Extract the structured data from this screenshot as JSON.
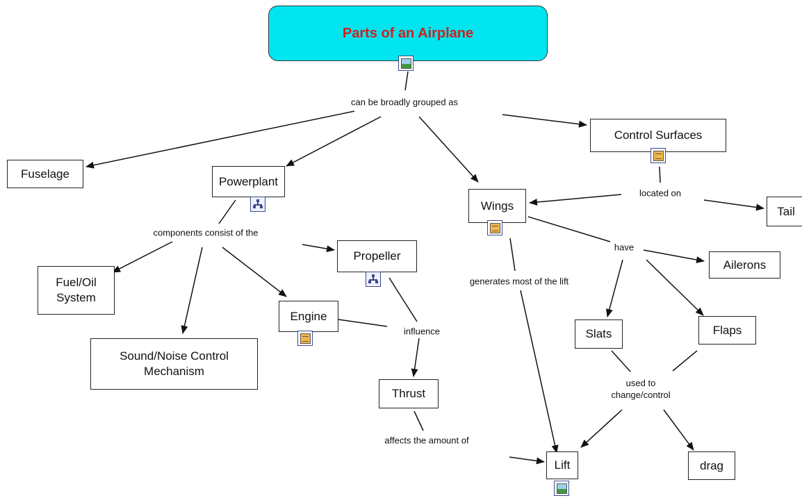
{
  "title": "Parts of an Airplane",
  "concepts": {
    "fuselage": "Fuselage",
    "powerplant": "Powerplant",
    "wings": "Wings",
    "control_surfaces": "Control Surfaces",
    "tail": "Tail",
    "fuel_oil": "Fuel/Oil\nSystem",
    "sound_noise": "Sound/Noise Control\nMechanism",
    "engine": "Engine",
    "propeller": "Propeller",
    "thrust": "Thrust",
    "ailerons": "Ailerons",
    "slats": "Slats",
    "flaps": "Flaps",
    "drag": "drag",
    "lift": "Lift"
  },
  "links": {
    "grouped": "can be broadly grouped as",
    "components": "components consist of the",
    "located_on": "located on",
    "have": "have",
    "generates": "generates most of the lift",
    "influence": "influence",
    "used_to": "used to\nchange/control",
    "affects": "affects the amount of"
  },
  "icons": {
    "title": "image-icon",
    "control_surfaces": "document-icon",
    "powerplant": "concept-map-icon",
    "wings": "document-icon",
    "propeller": "concept-map-icon",
    "engine": "document-icon",
    "lift": "image-icon"
  },
  "colors": {
    "title_fill": "#00e5ef",
    "title_text": "#d0201c"
  }
}
